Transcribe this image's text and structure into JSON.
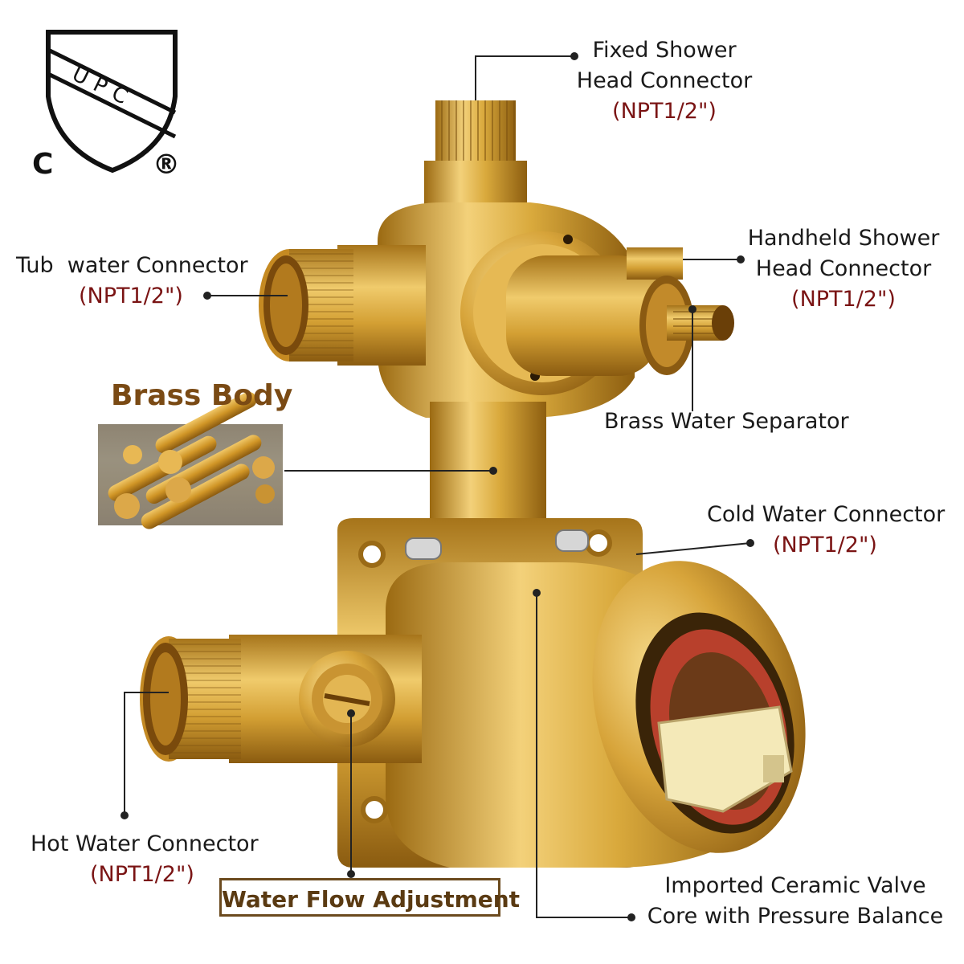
{
  "logo": {
    "text": "UPC",
    "left_mark": "C",
    "right_mark": "®"
  },
  "labels": {
    "fixed_shower": {
      "line1": "Fixed Shower",
      "line2": "Head Connector",
      "spec": "(NPT1/2\")"
    },
    "tub": {
      "line1": "Tub  water Connector",
      "spec": "(NPT1/2\")"
    },
    "handheld": {
      "line1": "Handheld Shower",
      "line2": "Head Connector",
      "spec": "(NPT1/2\")"
    },
    "brass_separator": {
      "line1": "Brass Water Separator"
    },
    "brass_body": {
      "title": "Brass Body"
    },
    "cold": {
      "line1": "Cold Water Connector",
      "spec": "(NPT1/2\")"
    },
    "hot": {
      "line1": "Hot Water Connector",
      "spec": "(NPT1/2\")"
    },
    "flow": {
      "line1": "Water Flow Adjustment"
    },
    "ceramic": {
      "line1": "Imported Ceramic Valve",
      "line2": "Core with Pressure Balance"
    }
  },
  "colors": {
    "brass": "#d9a93c",
    "brass_dark": "#a87418",
    "accent_red": "#7a1414",
    "text": "#1a1a1a"
  }
}
